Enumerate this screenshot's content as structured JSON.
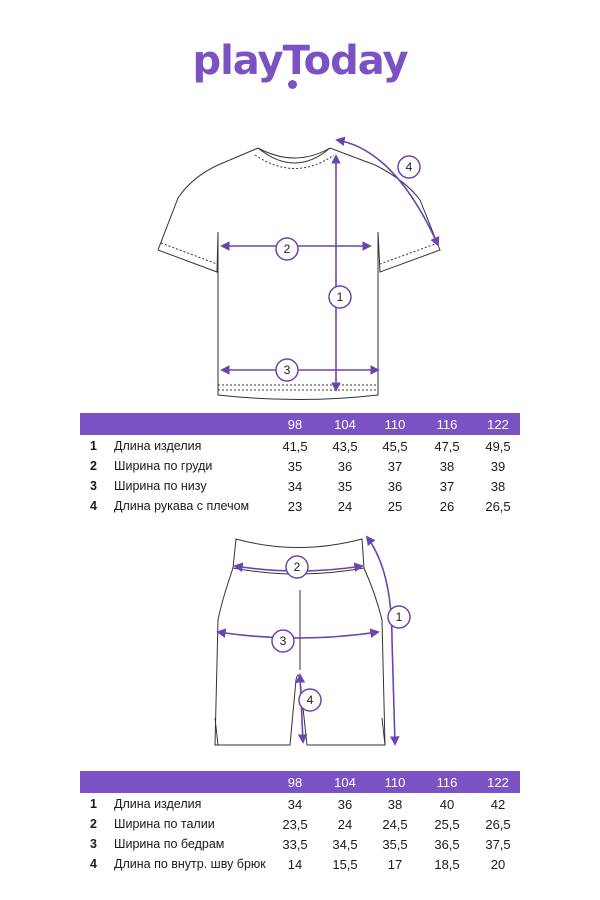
{
  "brand": {
    "name": "playToday",
    "accent": "#7b52c4"
  },
  "top_diagram": {
    "markers": [
      "1",
      "2",
      "3",
      "4"
    ]
  },
  "bottom_diagram": {
    "markers": [
      "1",
      "2",
      "3",
      "4"
    ]
  },
  "table_top": {
    "sizes": [
      "98",
      "104",
      "110",
      "116",
      "122"
    ],
    "rows": [
      {
        "num": "1",
        "label": "Длина изделия",
        "values": [
          "41,5",
          "43,5",
          "45,5",
          "47,5",
          "49,5"
        ]
      },
      {
        "num": "2",
        "label": "Ширина по груди",
        "values": [
          "35",
          "36",
          "37",
          "38",
          "39"
        ]
      },
      {
        "num": "3",
        "label": "Ширина по низу",
        "values": [
          "34",
          "35",
          "36",
          "37",
          "38"
        ]
      },
      {
        "num": "4",
        "label": "Длина рукава с плечом",
        "values": [
          "23",
          "24",
          "25",
          "26",
          "26,5"
        ]
      }
    ]
  },
  "table_bottom": {
    "sizes": [
      "98",
      "104",
      "110",
      "116",
      "122"
    ],
    "rows": [
      {
        "num": "1",
        "label": "Длина изделия",
        "values": [
          "34",
          "36",
          "38",
          "40",
          "42"
        ]
      },
      {
        "num": "2",
        "label": "Ширина по талии",
        "values": [
          "23,5",
          "24",
          "24,5",
          "25,5",
          "26,5"
        ]
      },
      {
        "num": "3",
        "label": "Ширина по бедрам",
        "values": [
          "33,5",
          "34,5",
          "35,5",
          "36,5",
          "37,5"
        ]
      },
      {
        "num": "4",
        "label": "Длина по внутр. шву брюк",
        "values": [
          "14",
          "15,5",
          "17",
          "18,5",
          "20"
        ]
      }
    ]
  }
}
